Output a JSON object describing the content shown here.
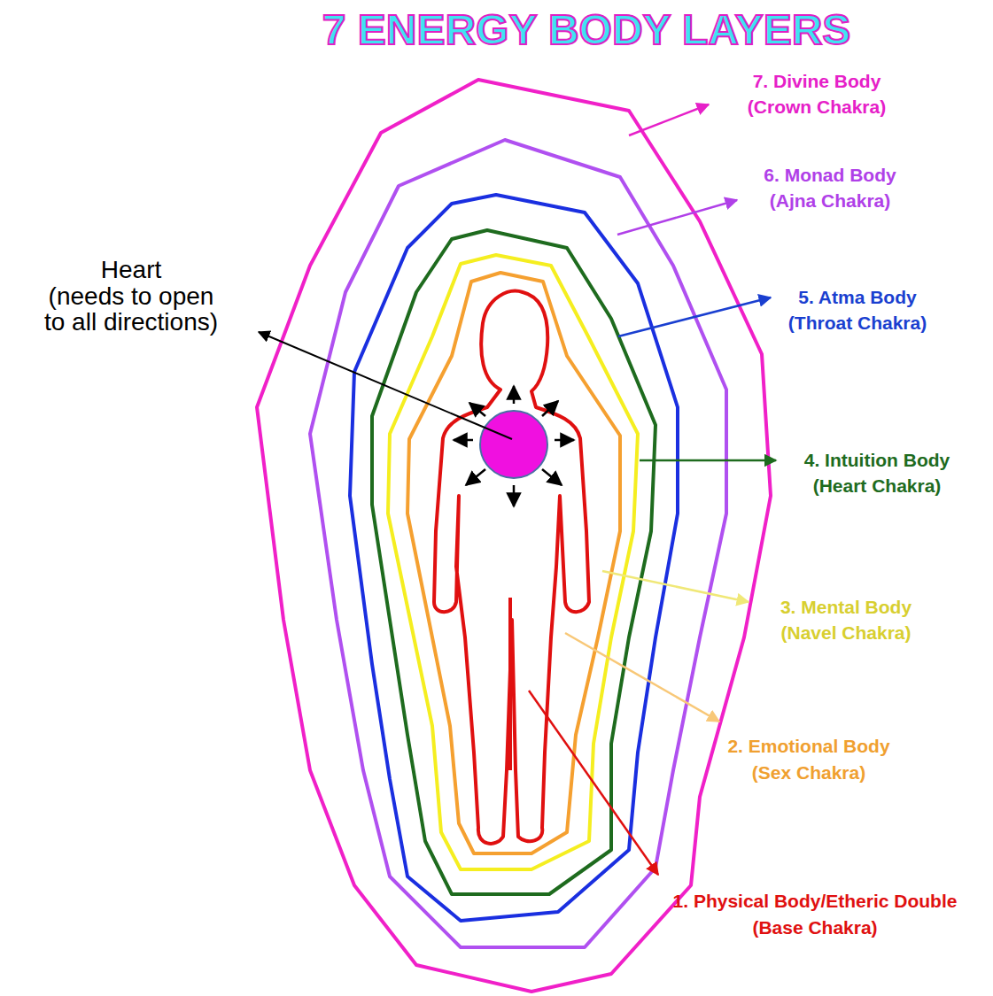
{
  "diagram": {
    "title": "7 ENERGY BODY LAYERS",
    "labels": [
      "7. Divine Body",
      "(Crown Chakra)",
      "6. Monad Body",
      "(Ajna Chakra)",
      "5. Atma Body",
      "(Throat Chakra)",
      "Heart",
      "(needs to open",
      "to all directions)",
      "4. Intuition Body",
      "(Heart Chakra)",
      "3. Mental Body",
      "(Navel Chakra)",
      "2. Emotional Body",
      "(Sex Chakra)",
      "1. Physical Body/Etheric Double",
      "(Base Chakra)"
    ]
  }
}
